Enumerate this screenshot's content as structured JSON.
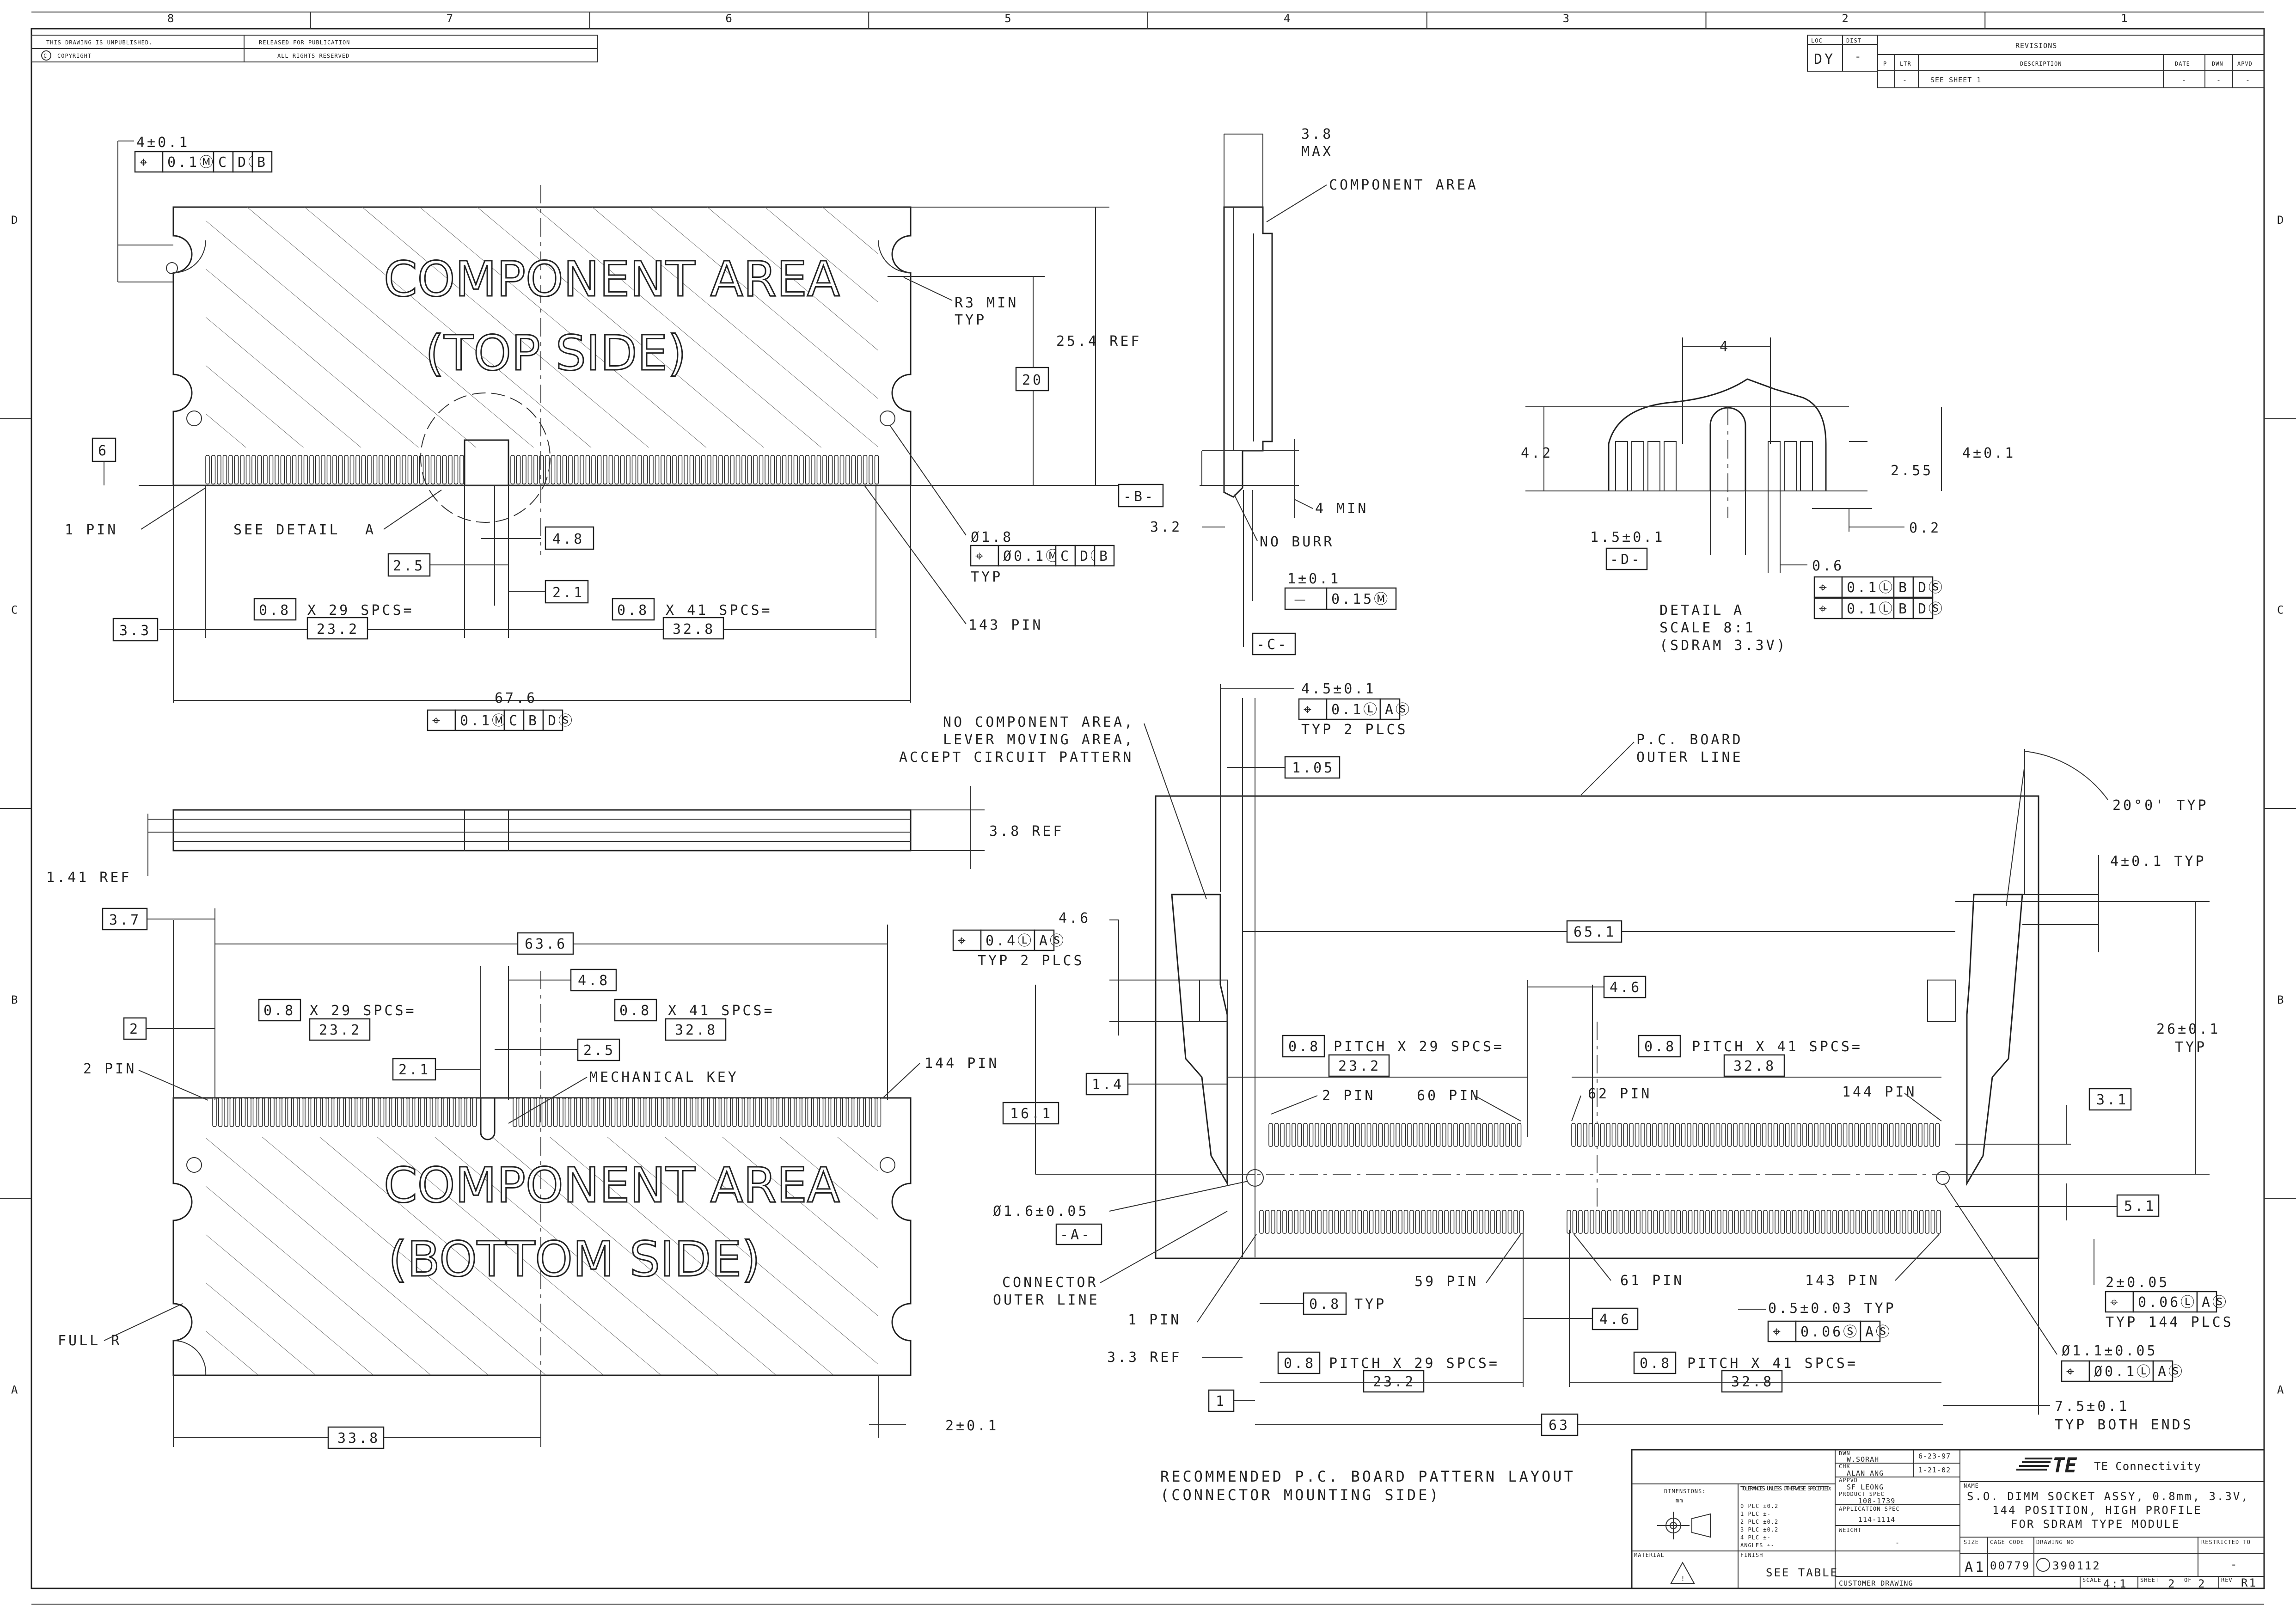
{
  "border": {
    "zones_top": [
      "8",
      "7",
      "6",
      "5",
      "4",
      "3",
      "2",
      "1"
    ],
    "zones_side": [
      "D",
      "C",
      "B",
      "A"
    ],
    "notice_1": "THIS DRAWING IS UNPUBLISHED.",
    "notice_2": "RELEASED FOR PUBLICATION",
    "notice_3": "COPYRIGHT",
    "notice_4": "ALL RIGHTS RESERVED",
    "copyright_symbol": "C"
  },
  "revisions": {
    "title": "REVISIONS",
    "loc_label": "LOC",
    "loc_value": "DY",
    "dist_label": "DIST",
    "dist_value": "-",
    "col_p": "P",
    "col_ltr": "LTR",
    "col_desc": "DESCRIPTION",
    "col_date": "DATE",
    "col_dwn": "DWN",
    "col_apvd": "APVD",
    "row_ltr": "-",
    "row_desc": "SEE SHEET 1",
    "row_date": "-",
    "row_dwn": "-",
    "row_apvd": "-"
  },
  "top_view": {
    "title_line1": "COMPONENT AREA",
    "title_line2": "(TOP SIDE)",
    "see_detail": "SEE DETAIL",
    "detail_letter": "A",
    "pos_tol": "4±0.1",
    "fcf": [
      "⌖",
      "0.1Ⓜ",
      "C",
      "DⓈ",
      "B"
    ],
    "r3": "R3 MIN",
    "typ": "TYP",
    "ref_25": "25.4 REF",
    "box_20": "20",
    "box_6": "6",
    "datum_b": "-B-",
    "pin1": "1 PIN",
    "pin143": "143 PIN",
    "hole": "Ø1.8",
    "hole_fcf": [
      "⌖",
      "Ø0.1Ⓜ",
      "C",
      "DⓈ",
      "B"
    ],
    "hole_typ": "TYP",
    "d48": "4.8",
    "d25": "2.5",
    "d21": "2.1",
    "d33": "3.3",
    "p08a": "0.8",
    "x29": "X 29 SPCS=",
    "v232": "23.2",
    "p08b": "0.8",
    "x41": "X 41 SPCS=",
    "v328": "32.8",
    "width": "67.6",
    "width_fcf": [
      "⌖",
      "0.1Ⓜ",
      "C",
      "B",
      "DⓈ"
    ]
  },
  "side_view": {
    "d38max": "3.8",
    "max": "MAX",
    "component_area": "COMPONENT AREA",
    "min4": "4 MIN",
    "d32": "3.2",
    "no_burr": "NO BURR",
    "d1": "1±0.1",
    "flat": "⏤",
    "flat_tol": "0.15Ⓜ",
    "datum_c": "-C-"
  },
  "edge_view": {
    "ref38": "3.8 REF",
    "ref141": "1.41 REF"
  },
  "detail_a": {
    "d4": "4",
    "d42": "4.2",
    "d401": "4±0.1",
    "d255": "2.55",
    "d02": "0.2",
    "d15": "1.5±0.1",
    "datum_d": "-D-",
    "d06": "0.6",
    "fcf1": [
      "⌖",
      "0.1Ⓛ",
      "B",
      "DⓈ"
    ],
    "fcf2": [
      "⌖",
      "0.1Ⓛ",
      "B",
      "DⓈ"
    ],
    "label": "DETAIL",
    "letter": "A",
    "scale": "SCALE  8:1",
    "variant": "(SDRAM 3.3V)"
  },
  "bottom_view": {
    "title_line1": "COMPONENT AREA",
    "title_line2": "(BOTTOM SIDE)",
    "d37": "3.7",
    "d636": "63.6",
    "d48": "4.8",
    "d2": "2",
    "p08a": "0.8",
    "x29": "X 29 SPCS=",
    "v232": "23.2",
    "p08b": "0.8",
    "x41": "X 41 SPCS=",
    "v328": "32.8",
    "d25": "2.5",
    "d21": "2.1",
    "pin2": "2 PIN",
    "pin144": "144 PIN",
    "key": "MECHANICAL KEY",
    "full_r": "FULL R",
    "d338": "33.8",
    "d2tol": "2±0.1"
  },
  "pcb_layout": {
    "no_comp_1": "NO COMPONENT AREA,",
    "no_comp_2": "LEVER MOVING AREA,",
    "no_comp_3": "ACCEPT CIRCUIT PATTERN",
    "d45": "4.5±0.1",
    "fcf_45": [
      "⌖",
      "0.1Ⓛ",
      "AⓈ"
    ],
    "typ2": "TYP 2 PLCS",
    "d105": "1.05",
    "pcb_outline_1": "P.C. BOARD",
    "pcb_outline_2": "OUTER LINE",
    "angle": "20°0' TYP",
    "d4typ": "4±0.1 TYP",
    "d46a": "4.6",
    "fcf_46": [
      "⌖",
      "0.4Ⓛ",
      "AⓈ"
    ],
    "typ2b": "TYP 2 PLCS",
    "d651": "65.1",
    "d46b": "4.6",
    "d26": "26±0.1",
    "typ26": "TYP",
    "p08a": "0.8",
    "pitch29": "PITCH X 29 SPCS=",
    "v232": "23.2",
    "p08b": "0.8",
    "pitch41": "PITCH X 41 SPCS=",
    "v328": "32.8",
    "d14": "1.4",
    "pin2": "2 PIN",
    "pin60": "60 PIN",
    "pin62": "62 PIN",
    "pin144": "144 PIN",
    "d31": "3.1",
    "d161": "16.1",
    "d51": "5.1",
    "hole16": "Ø1.6±0.05",
    "datum_a": "-A-",
    "conn_1": "CONNECTOR",
    "conn_2": "OUTER LINE",
    "pin1": "1 PIN",
    "pin59": "59 PIN",
    "pin61": "61 PIN",
    "pin143": "143 PIN",
    "d2_005": "2±0.05",
    "fcf_2": [
      "⌖",
      "0.06Ⓛ",
      "AⓈ"
    ],
    "typ144": "TYP 144 PLCS",
    "d08typ": "0.8",
    "typ08": "TYP",
    "d05": "0.5±0.03 TYP",
    "fcf_05": [
      "⌖",
      "0.06Ⓢ",
      "AⓈ"
    ],
    "d46c": "4.6",
    "hole11": "Ø1.1±0.05",
    "fcf_11": [
      "⌖",
      "Ø0.1Ⓛ",
      "AⓈ"
    ],
    "ref33": "3.3 REF",
    "p08c": "0.8",
    "pitch29b": "PITCH X 29 SPCS=",
    "v232b": "23.2",
    "p08d": "0.8",
    "pitch41b": "PITCH X 41 SPCS=",
    "v328b": "32.8",
    "d1": "1",
    "d63": "63",
    "d75": "7.5±0.1",
    "typ_both": "TYP BOTH ENDS",
    "caption_1": "RECOMMENDED P.C. BOARD PATTERN LAYOUT",
    "caption_2": "(CONNECTOR MOUNTING SIDE)"
  },
  "title_block": {
    "dwn_label": "DWN",
    "dwn": "W.SORAH",
    "dwn_date": "6-23-97",
    "chk_label": "CHK",
    "chk": "ALAN ANG",
    "chk_date": "1-21-02",
    "appvd_label": "APPVD",
    "appvd": "SF LEONG",
    "spec_label": "PRODUCT SPEC",
    "spec": "108-1739",
    "app_label": "APPLICATION SPEC",
    "app": "114-1114",
    "weight_label": "WEIGHT",
    "weight": "-",
    "dims_label": "DIMENSIONS:",
    "dims_unit": "mm",
    "tol_label": "TOLERANCES UNLESS OTHERWISE SPECIFIED:",
    "tol_rows": [
      "0 PLC    ±0.2",
      "1 PLC    ±-",
      "2 PLC    ±0.2",
      "3 PLC    ±0.2",
      "4 PLC    ±-",
      "ANGLES     ±-"
    ],
    "material_label": "MATERIAL",
    "finish_label": "FINISH",
    "finish": "SEE TABLE",
    "company": "TE Connectivity",
    "logo": "TE",
    "name_label": "NAME",
    "name_1": "S.O. DIMM SOCKET ASSY, 0.8mm, 3.3V,",
    "name_2": "144 POSITION, HIGH PROFILE",
    "name_3": "FOR SDRAM TYPE MODULE",
    "size_label": "SIZE",
    "size": "A1",
    "cage_label": "CAGE CODE",
    "cage": "00779",
    "dwgno_label": "DRAWING NO",
    "dwgno": "390112",
    "restricted_label": "RESTRICTED TO",
    "restricted": "-",
    "customer": "CUSTOMER DRAWING",
    "scale_label": "SCALE",
    "scale": "4:1",
    "sheet_label": "SHEET",
    "sheet": "2",
    "of": "OF",
    "sheets": "2",
    "rev_label": "REV",
    "rev": "R1"
  }
}
